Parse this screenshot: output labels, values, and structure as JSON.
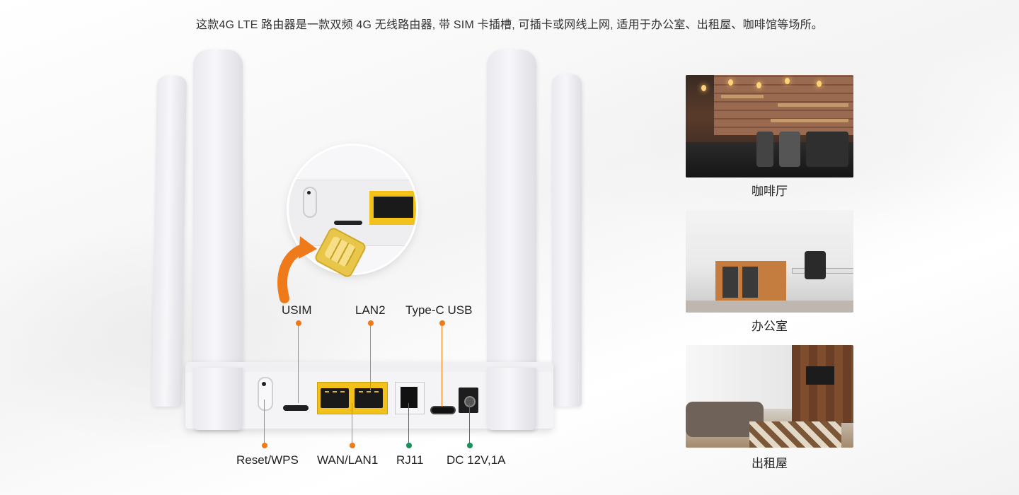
{
  "intro_text": "这款4G LTE 路由器是一款双频 4G 无线路由器, 带 SIM 卡插槽, 可插卡或网线上网, 适用于办公室、出租屋、咖啡馆等场所。",
  "ports_top": {
    "usim": "USIM",
    "lan2": "LAN2",
    "typec": "Type-C USB"
  },
  "ports_bottom": {
    "reset": "Reset/WPS",
    "wan": "WAN/LAN1",
    "rj11": "RJ11",
    "dc": "DC 12V,1A"
  },
  "scenes": {
    "cafe": "咖啡厅",
    "office": "办公室",
    "rental": "出租屋"
  },
  "colors": {
    "accent_orange": "#ee7a1a",
    "accent_green": "#17905b",
    "port_yellow": "#f2c21a"
  }
}
